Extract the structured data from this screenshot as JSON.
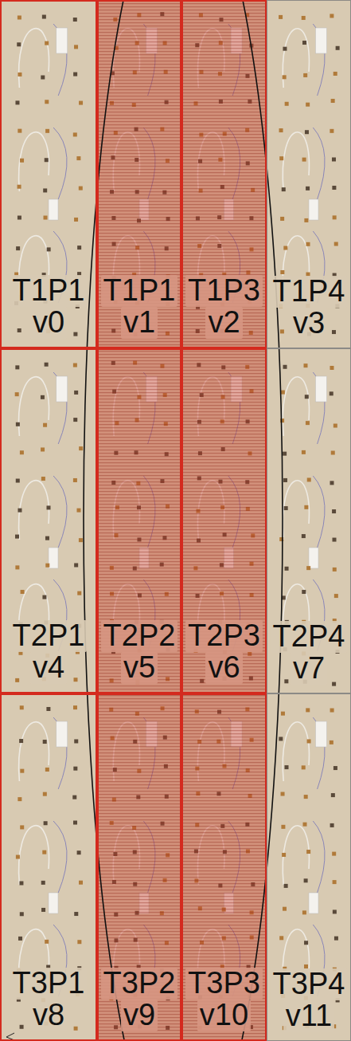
{
  "diagram": {
    "nodes": [
      {
        "text": [
          "T1P1",
          "v0"
        ]
      },
      {
        "text": [
          "T1P1",
          "v1"
        ]
      },
      {
        "text": [
          "T1P3",
          "v2"
        ]
      },
      {
        "text": [
          "T1P4",
          "v3"
        ]
      },
      {
        "text": [
          "T2P1",
          "v4"
        ]
      },
      {
        "text": [
          "T2P2",
          "v5"
        ]
      },
      {
        "text": [
          "T2P3",
          "v6"
        ]
      },
      {
        "text": [
          "T2P4",
          "v7"
        ]
      },
      {
        "text": [
          "T3P1",
          "v8"
        ]
      },
      {
        "text": [
          "T3P2",
          "v9"
        ]
      },
      {
        "text": [
          "T3P3",
          "v10"
        ]
      },
      {
        "text": [
          "T3P4",
          "v11"
        ]
      }
    ]
  }
}
